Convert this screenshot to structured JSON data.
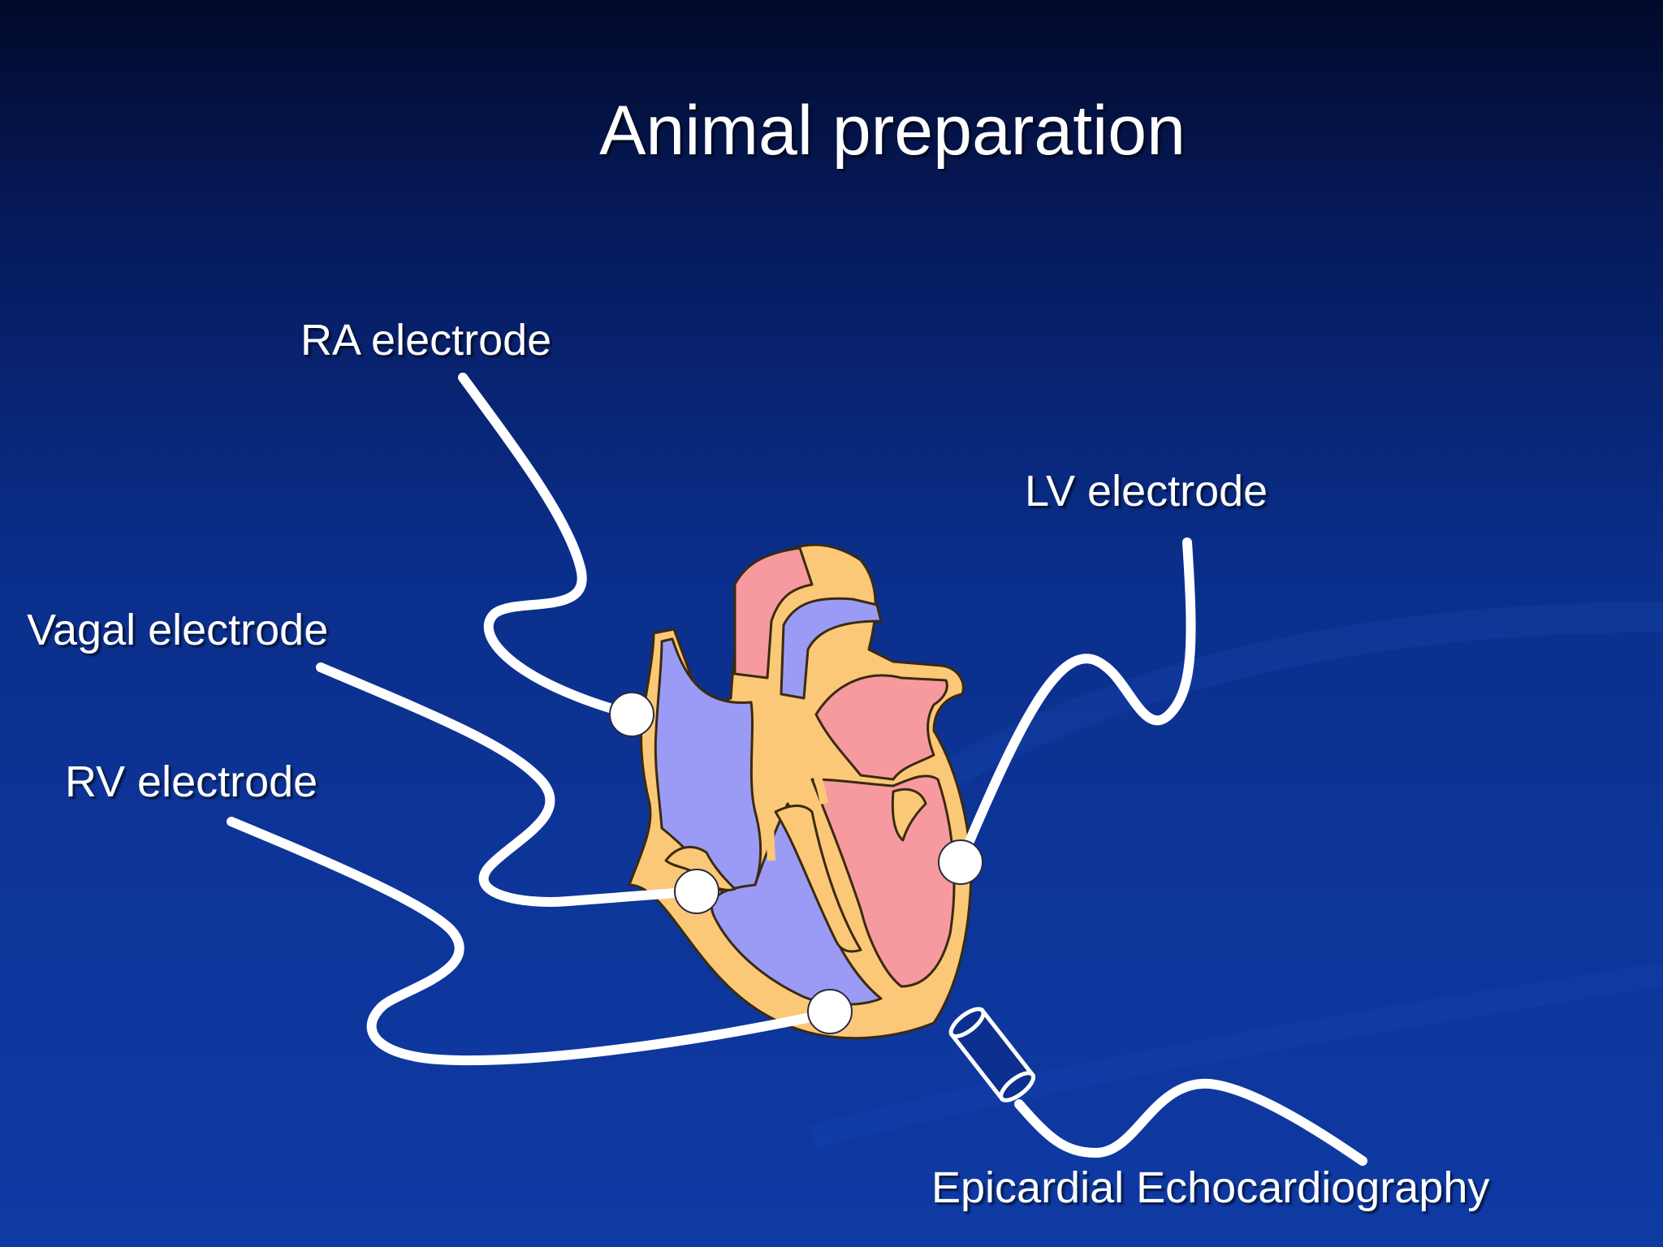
{
  "slide": {
    "title": "Animal preparation",
    "background_colors": [
      "#020a2a",
      "#0e3aa3"
    ]
  },
  "labels": {
    "ra_electrode": "RA electrode",
    "lv_electrode": "LV electrode",
    "vagal_electrode": "Vagal electrode",
    "rv_electrode": "RV electrode",
    "echo_probe": "Epicardial Echocardiography"
  },
  "colors": {
    "right_heart": "#9b9bf6",
    "left_heart": "#f79aa0",
    "myocardium_wall": "#fbc878",
    "outline": "#3a2a10",
    "lead_wire": "#ffffff"
  }
}
